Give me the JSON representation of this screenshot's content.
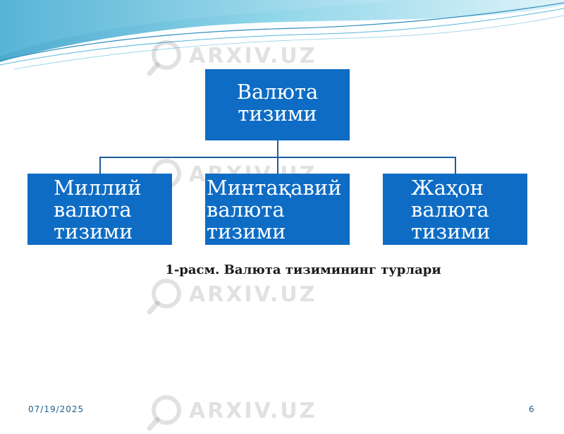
{
  "diagram": {
    "root": "Валюта \nтизими",
    "children": [
      "Миллий \nвалюта \n  тизими",
      "Минтақавий \nвалюта \n  тизими",
      "Жаҳон \nвалюта \n  тизими"
    ]
  },
  "caption": "1-расм. Валюта тизимининг турлари",
  "footer": {
    "date": "07/19/2025",
    "page": "6"
  },
  "watermark": "ARXIV.UZ",
  "colors": {
    "box": "#0e6cc4",
    "line": "#1f5b9a",
    "wave": "#3aa8cf"
  }
}
